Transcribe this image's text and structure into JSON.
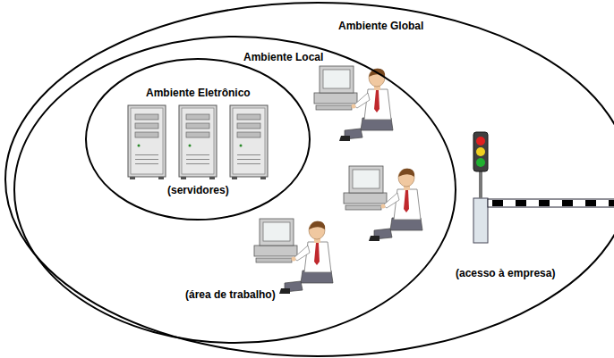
{
  "diagram": {
    "nodes": [
      {
        "text": [
          "Ambiente Global",
          "(acesso à empresa)"
        ]
      },
      {
        "text": [
          "Ambiente Local",
          "(área de trabalho)"
        ],
        "in": 0
      },
      {
        "text": [
          "Ambiente Eletrônico",
          "(servidores)"
        ],
        "in": 1
      }
    ],
    "edges": []
  }
}
